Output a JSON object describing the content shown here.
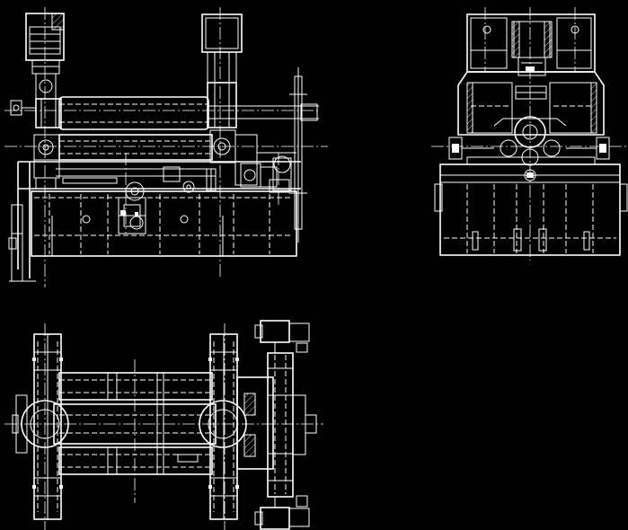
{
  "drawing": {
    "background": "#000000",
    "line_color": "#ffffff",
    "views": [
      "front-view",
      "side-view",
      "top-view"
    ]
  }
}
